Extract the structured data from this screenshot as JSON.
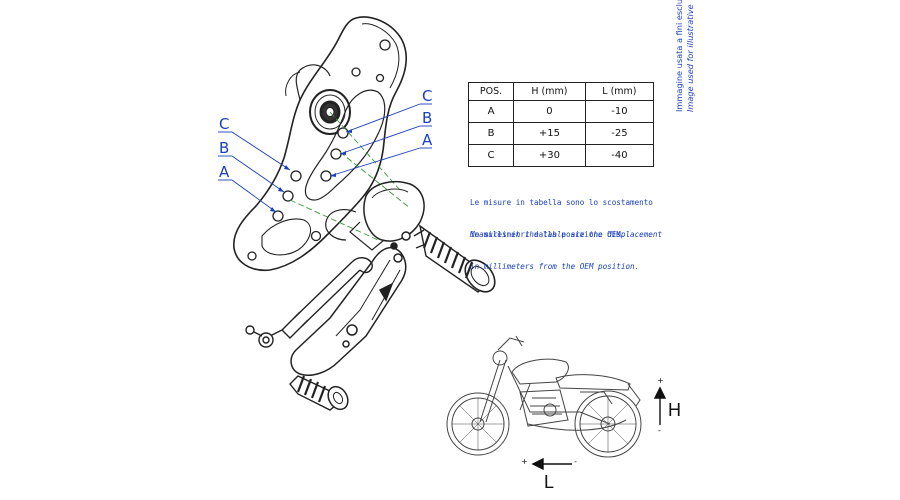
{
  "callouts": {
    "left": [
      "C",
      "B",
      "A"
    ],
    "right": [
      "C",
      "B",
      "A"
    ]
  },
  "table": {
    "headers": [
      "POS.",
      "H (mm)",
      "L (mm)"
    ],
    "rows": [
      {
        "pos": "A",
        "h": "0",
        "l": "-10"
      },
      {
        "pos": "B",
        "h": "+15",
        "l": "-25"
      },
      {
        "pos": "C",
        "h": "+30",
        "l": "-40"
      }
    ]
  },
  "note_it": {
    "line1": "Le misure in tabella sono lo scostamento",
    "line2": "in millimetri dalla posizione OEM."
  },
  "note_en": {
    "line1": "Measures in the table are the displacement",
    "line2": "in millimeters from the OEM position."
  },
  "side_note": {
    "line1": "Immagine usata a fini esclusivi",
    "line2": "Image used for illustrative"
  },
  "axis": {
    "h_label": "H",
    "l_label": "L",
    "h_plus": "+",
    "h_minus": "-",
    "l_plus": "+",
    "l_minus": "-"
  },
  "colors": {
    "line": "#222222",
    "blue": "#1a3fbf",
    "green_dash": "#3a9a3a"
  }
}
